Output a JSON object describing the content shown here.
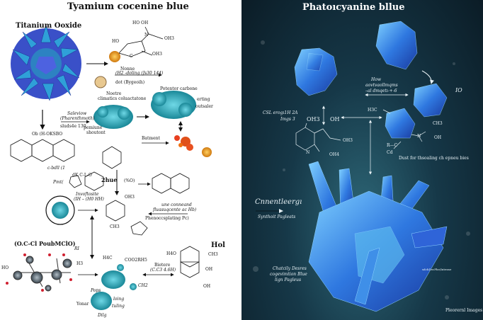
{
  "left": {
    "title": "Tyamium cocenine blue",
    "subtitle": "Titanium Ooxide",
    "labels": {
      "mol_top_ho_oh": "HO    OH",
      "mol_top_n": "N",
      "mol_top_oh3a": "OH3",
      "mol_top_ho": "HO",
      "mol_top_c": "C",
      "mol_top_oh3b": "OH3",
      "nonne": "Nonne",
      "doling": "(H2 -doling (Js30 144)",
      "dot": "dot (Bygeoih)",
      "noetre": "Noetre",
      "climatics": "climatics coluactatone",
      "potentor": "Potentor carbone",
      "erting": "erting",
      "outsaler": "outsaler",
      "saleviow": "Saleviow",
      "pharenth": "(Pharenthmoth)",
      "sluds": "sluds4e 130",
      "pemiune": "pemiune",
      "shoutont": "shoutont",
      "okbso": "Ob (H-OKSBO",
      "batment": "Batment",
      "cbdll": "c-bdll (1",
      "dkclo": "dK C-L-O",
      "hue": "2hue",
      "ho_o": "(%O)",
      "pmt": "Pmt(",
      "invof": "Invoftosite",
      "ihh": "(IH – (H0 HH)",
      "oh3_mid": "OH3",
      "une": "une conneand",
      "fluas": "fluasuqcente ac Hb)",
      "pheno": "Phenoccsplating Pc)",
      "ch3_mid": "CH3",
      "pouh": "(O.C-Cl PoubMClO)",
      "ri": "RI",
      "ho_left": "HO",
      "h3": "H3",
      "hol": "Hol",
      "h4o": "H4O",
      "ch3_r": "CH3",
      "oh_r1": "OH",
      "oh_r2": "OH",
      "bietere": "Bietere",
      "bietere2": "(C.C3 4.6H)",
      "h4c": "H4C",
      "coo": "COO2RH5",
      "ch2": "CH2",
      "pops": "Pops",
      "yonar": "Yonar",
      "loing": "loing",
      "tuling": "tuling",
      "dilg": "Dilg"
    }
  },
  "right": {
    "title": "Phatoıcyanine bllue",
    "labels": {
      "how1": "How",
      "how2": "aovtvaollmqms",
      "how3": "–al dmqetı-+-6",
      "csl1": "CSL erogı1H 2A",
      "csl2": "Imgs 3",
      "oh3a": "OH3",
      "oh": "OH",
      "oh3b": "OH3",
      "n1": "N",
      "oh4": "OH4",
      "h3c": "H3C",
      "ch3": "CH3",
      "n2": "N",
      "oh2": "OH",
      "rc": "R—C",
      "cd": "Cd",
      "io": "IO",
      "dust": "Dust for thsoaling ch epneu bies",
      "cnnent": "Cnnentleergı",
      "synth": "Synthoit Pagleats",
      "chat1": "Chatcily Desres",
      "chat2": "cogevimtion Blue",
      "chat3": "lign Pagleus",
      "small": "sdchDecPhe/Intense",
      "footer": "Pleorernl Images"
    }
  },
  "colors": {
    "crystal_blue": "#2f5fd8",
    "teal": "#2aa6b8",
    "orange": "#f0a020",
    "dark_bg": "#0f2733"
  }
}
